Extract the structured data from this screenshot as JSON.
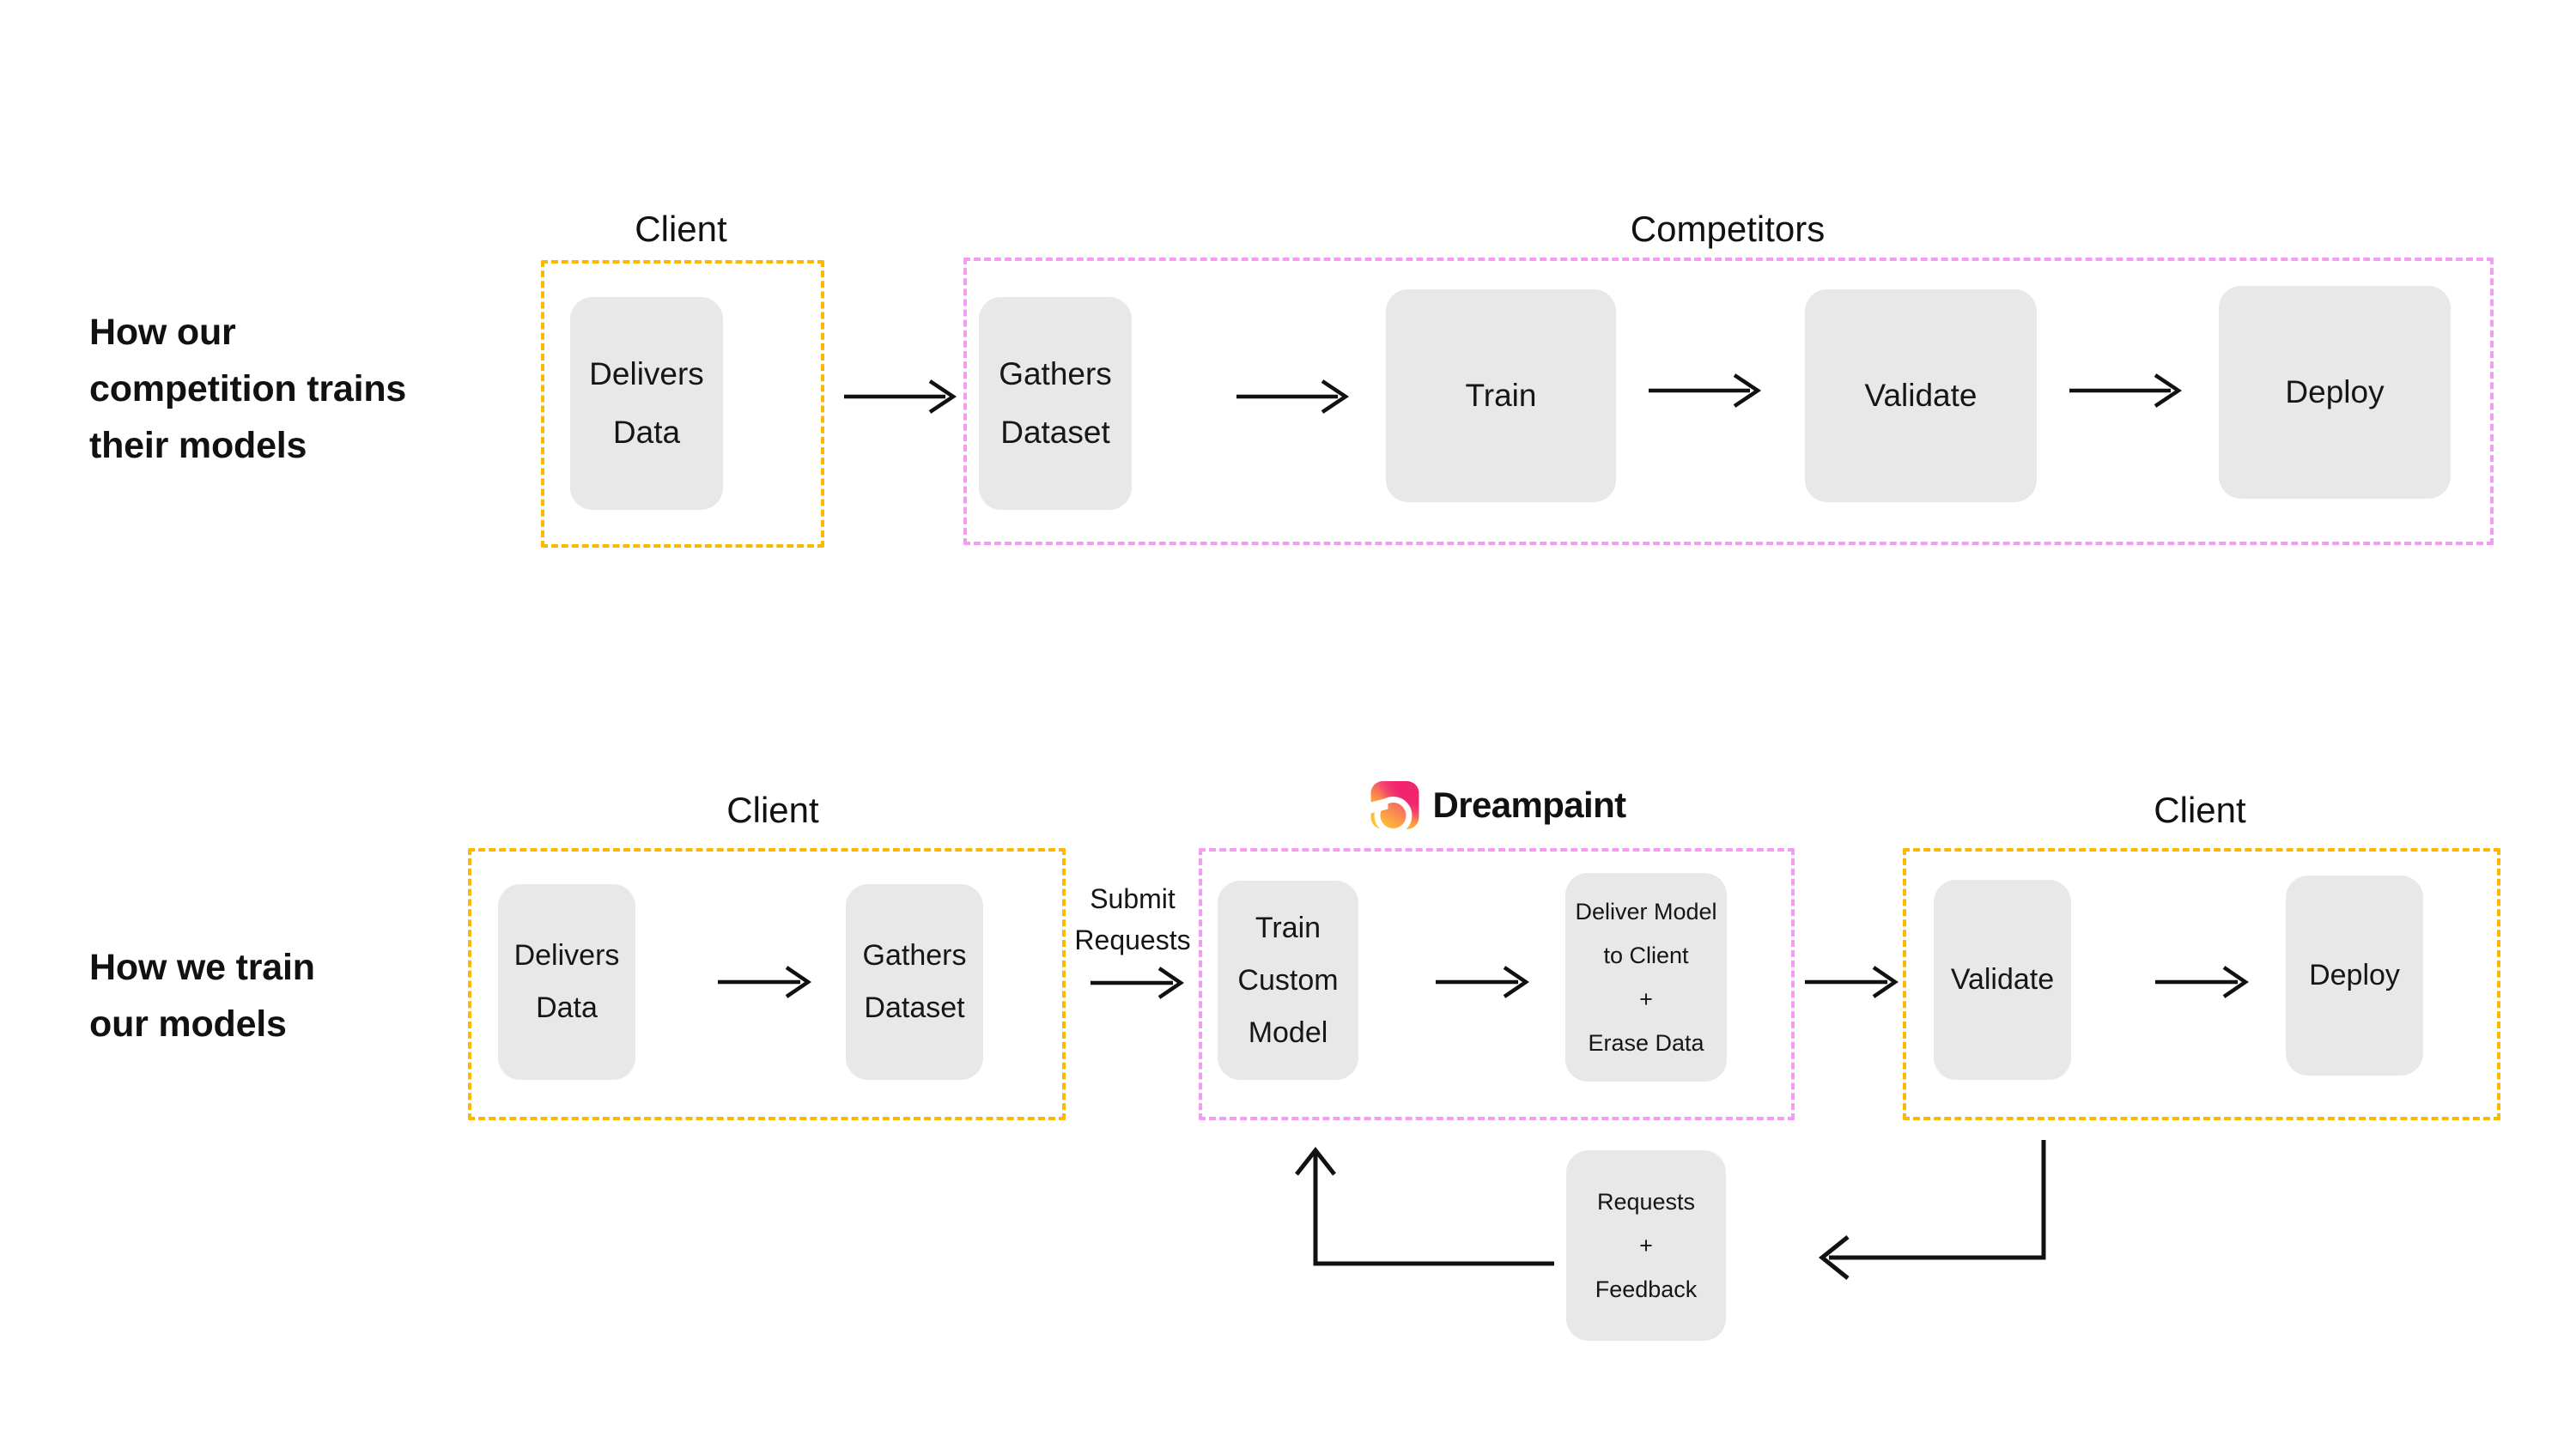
{
  "diagram": {
    "title_hidden": "",
    "rows": [
      {
        "id": "competition",
        "label": "How our\ncompetition trains\ntheir models",
        "groups": [
          {
            "id": "client",
            "title": "Client",
            "color": "#FBB800"
          },
          {
            "id": "competitors",
            "title": "Competitors",
            "color": "#F49CF4"
          }
        ],
        "nodes": [
          {
            "id": "delivers-data",
            "lines": [
              "Delivers",
              "Data"
            ]
          },
          {
            "id": "gathers-dataset",
            "lines": [
              "Gathers",
              "Dataset"
            ]
          },
          {
            "id": "train",
            "lines": [
              "Train"
            ]
          },
          {
            "id": "validate",
            "lines": [
              "Validate"
            ]
          },
          {
            "id": "deploy",
            "lines": [
              "Deploy"
            ]
          }
        ]
      },
      {
        "id": "dreampaint",
        "label": "How we train\nour models",
        "groups": [
          {
            "id": "client-left",
            "title": "Client",
            "color": "#FBB800"
          },
          {
            "id": "dreampaint",
            "title": "Dreampaint",
            "color": "#F49CF4"
          },
          {
            "id": "client-right",
            "title": "Client",
            "color": "#FBB800"
          }
        ],
        "edge_label": "Submit\nRequests",
        "nodes": [
          {
            "id": "delivers-data",
            "lines": [
              "Delivers",
              "Data"
            ]
          },
          {
            "id": "gathers-dataset",
            "lines": [
              "Gathers",
              "Dataset"
            ]
          },
          {
            "id": "train-custom-model",
            "lines": [
              "Train",
              "Custom",
              "Model"
            ]
          },
          {
            "id": "deliver-model",
            "lines": [
              "Deliver Model",
              "to Client",
              "+",
              "Erase Data"
            ]
          },
          {
            "id": "validate",
            "lines": [
              "Validate"
            ]
          },
          {
            "id": "deploy",
            "lines": [
              "Deploy"
            ]
          },
          {
            "id": "requests-feedback",
            "lines": [
              "Requests",
              "+",
              "Feedback"
            ]
          }
        ]
      }
    ],
    "brand": {
      "name": "Dreampaint",
      "mark": "dreampaint-logo-icon",
      "colors": {
        "gradient_start": "#FFD02E",
        "gradient_end": "#ED1E79"
      }
    },
    "palette": {
      "node_fill": "#E8E8E8",
      "client_border": "#FBB800",
      "vendor_border": "#F49CF4",
      "arrow": "#111111",
      "text": "#111111",
      "background": "#FFFFFF"
    }
  }
}
